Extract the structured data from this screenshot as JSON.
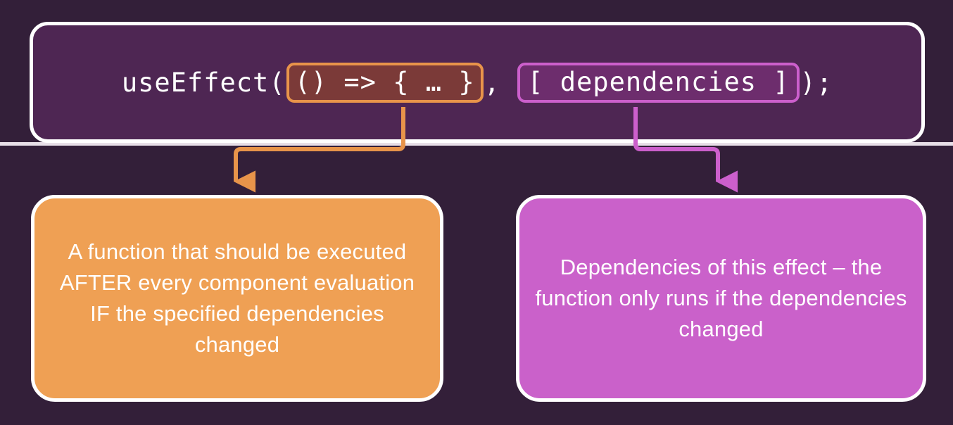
{
  "theme": {
    "background": "#331f39",
    "code_box_fill": "#4e2653",
    "box_outline": "#ffffff",
    "callback_accent": "#e8944a",
    "callback_highlight_fill": "#7b3a38",
    "deps_accent": "#cc5fcc",
    "deps_highlight_fill": "#6d2d6d",
    "orange_box_fill": "#efa054",
    "purple_box_fill": "#ca61ca",
    "text": "#ffffff"
  },
  "code": {
    "prefix": "useEffect(",
    "callback_highlight": "() => { … }",
    "separator": ",",
    "space": " ",
    "dependencies_highlight": "[ dependencies ]",
    "suffix": ");"
  },
  "annotations": {
    "callback": {
      "text": "A function that should be executed AFTER every component evaluation IF the specified dependencies changed",
      "accent": "#e8944a"
    },
    "dependencies": {
      "text": "Dependencies of this effect – the function only runs if the dependencies changed",
      "accent": "#cc5fcc"
    }
  },
  "connectors": [
    {
      "name": "callback-connector",
      "color": "#e8944a"
    },
    {
      "name": "dependencies-connector",
      "color": "#cc5fcc"
    }
  ]
}
